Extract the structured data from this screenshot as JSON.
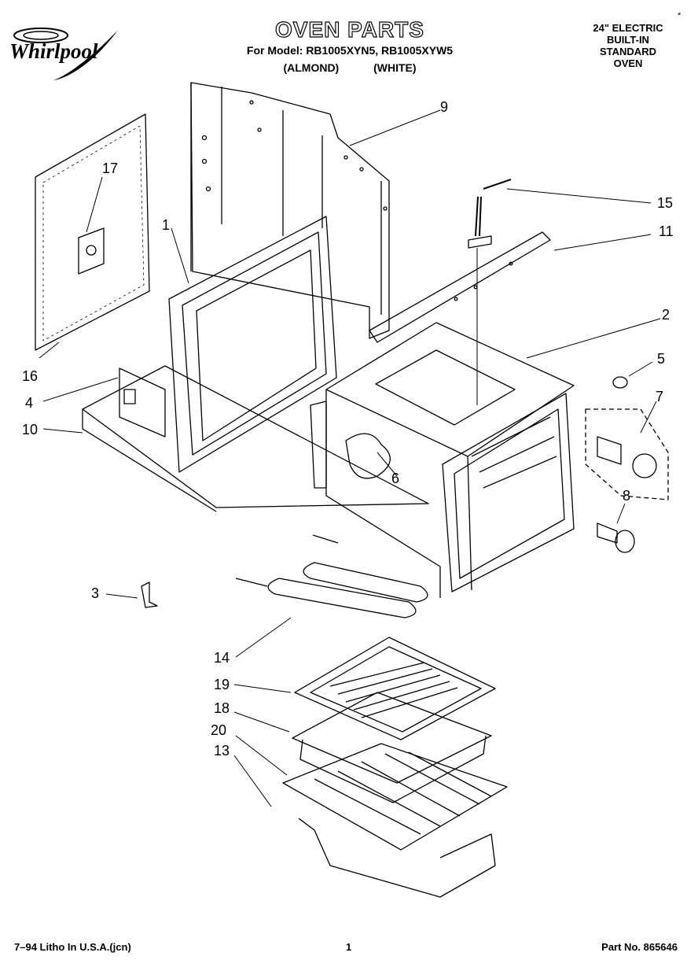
{
  "brand": "Whirlpool",
  "header": {
    "title": "OVEN PARTS",
    "model_line": "For Model: RB1005XYN5, RB1005XYW5",
    "color_almond": "(ALMOND)",
    "color_white": "(WHITE)",
    "type_lines": [
      "24\" ELECTRIC",
      "BUILT-IN",
      "STANDARD",
      "OVEN"
    ],
    "asterisk": "*"
  },
  "callouts": [
    "1",
    "2",
    "3",
    "4",
    "5",
    "6",
    "7",
    "8",
    "9",
    "10",
    "11",
    "13",
    "14",
    "15",
    "16",
    "17",
    "18",
    "19",
    "20"
  ],
  "footer": {
    "left": "7–94 Litho In U.S.A.(jcn)",
    "page": "1",
    "part_no": "Part No. 865646"
  }
}
